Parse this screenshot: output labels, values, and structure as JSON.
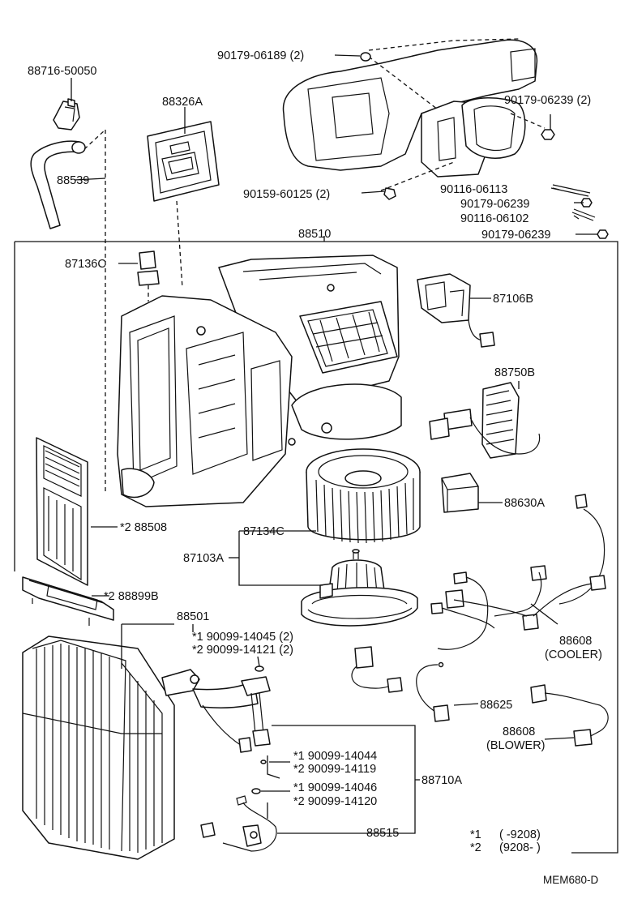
{
  "diagram_id": "MEM680-D",
  "labels": {
    "p88716": "88716-50050",
    "p88539": "88539",
    "p88326a": "88326A",
    "p90179_06189": "90179-06189 (2)",
    "p90179_06239_2": "90179-06239 (2)",
    "p90159": "90159-60125 (2)",
    "p90116_06113": "90116-06113",
    "p90179_06239_a": "90179-06239",
    "p90116_06102": "90116-06102",
    "p90179_06239_b": "90179-06239",
    "p88510": "88510",
    "p87136c": "87136C",
    "p87106b": "87106B",
    "p88750b": "88750B",
    "p88630a": "88630A",
    "p88508": "*2  88508",
    "p87134c": "87134C",
    "p87103a": "87103A",
    "p88899b": "*2  88899B",
    "p88501": "88501",
    "p14045": "*1  90099-14045 (2)",
    "p14121": "*2  90099-14121 (2)",
    "p88608_cooler": "88608",
    "p88608_cooler_sub": "(COOLER)",
    "p88625": "88625",
    "p88608_blower": "88608",
    "p88608_blower_sub": "(BLOWER)",
    "p14044": "*1  90099-14044",
    "p14119": "*2  90099-14119",
    "p88710a": "88710A",
    "p14046": "*1  90099-14046",
    "p14120": "*2  90099-14120",
    "p88515": "88515"
  },
  "legend": {
    "row1_mark": "*1",
    "row1_range": "(        -9208)",
    "row2_mark": "*2",
    "row2_range": "(9208-          )"
  }
}
